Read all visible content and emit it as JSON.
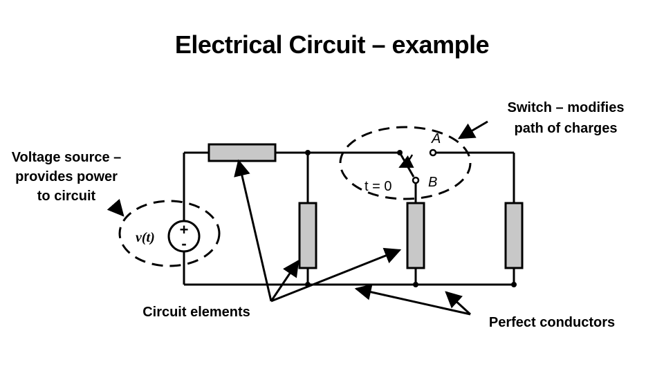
{
  "title": "Electrical Circuit – example",
  "annotations": {
    "voltage_source": [
      "Voltage source –",
      "provides power",
      "to circuit"
    ],
    "switch": [
      "Switch – modifies",
      "path of charges"
    ],
    "circuit_elements": "Circuit elements",
    "perfect_conductors": "Perfect conductors"
  },
  "circuit": {
    "source_label": "v(t)",
    "plus": "+",
    "minus": "-",
    "switch_time": "t = 0",
    "terminal_a": "A",
    "terminal_b": "B"
  },
  "colors": {
    "resistor_fill": "#c8c8c8",
    "line": "#000000"
  }
}
